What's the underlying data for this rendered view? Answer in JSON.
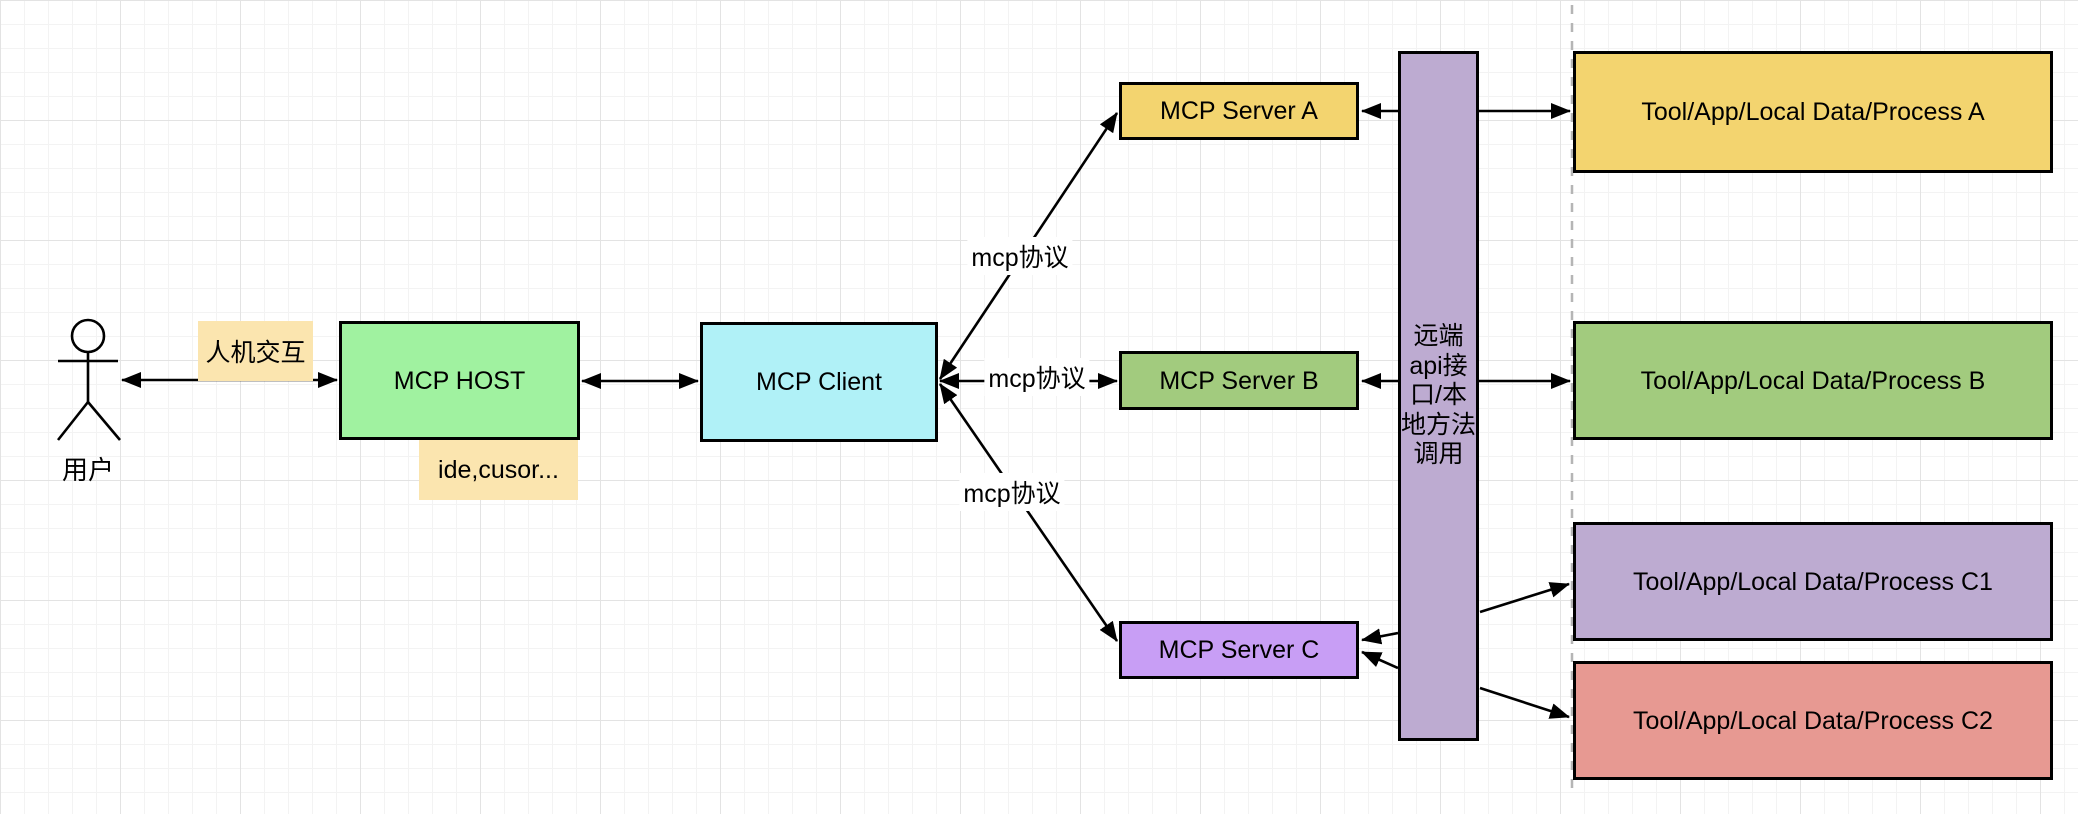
{
  "diagram": {
    "actor": {
      "label": "用户"
    },
    "nodes": {
      "human_note": {
        "label": "人机交互",
        "color": "#fbe5af"
      },
      "mcp_host": {
        "label": "MCP HOST",
        "color": "#a0f2a0"
      },
      "ide_note": {
        "label": "ide,cusor...",
        "color": "#fbe5af"
      },
      "mcp_client": {
        "label": "MCP Client",
        "color": "#b0f1f7"
      },
      "server_a": {
        "label": "MCP Server A",
        "color": "#f3d46f"
      },
      "server_b": {
        "label": "MCP Server B",
        "color": "#a2cb7e"
      },
      "server_c": {
        "label": "MCP Server C",
        "color": "#c89ef5"
      },
      "api_column": {
        "label": "远端\napi接\n口/本\n地方法\n调用",
        "color": "#bdabd1"
      },
      "tool_a": {
        "label": "Tool/App/Local Data/Process A",
        "color": "#f3d46f"
      },
      "tool_b": {
        "label": "Tool/App/Local Data/Process B",
        "color": "#a2cb7e"
      },
      "tool_c1": {
        "label": "Tool/App/Local Data/Process C1",
        "color": "#bdabd1"
      },
      "tool_c2": {
        "label": "Tool/App/Local Data/Process C2",
        "color": "#e79992"
      }
    },
    "edge_labels": {
      "protocol_a": "mcp协议",
      "protocol_b": "mcp协议",
      "protocol_c": "mcp协议"
    },
    "style": {
      "stroke": "#000000",
      "dashed_guide": "#b5b5b5",
      "label_bg": "#ffffff"
    }
  }
}
